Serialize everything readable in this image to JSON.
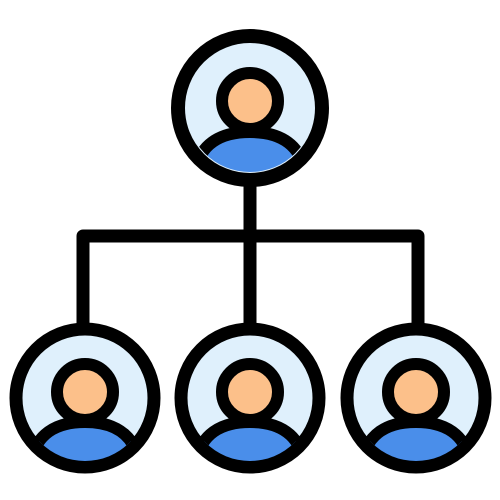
{
  "icon": {
    "name": "organization-hierarchy-icon",
    "colors": {
      "outline": "#000000",
      "avatar_background": "#dff0fc",
      "face": "#fcc08a",
      "body": "#4a8eea",
      "page_background": "#ffffff"
    },
    "nodes": [
      {
        "name": "top-manager-avatar-icon",
        "level": "top"
      },
      {
        "name": "left-team-member-avatar-icon",
        "level": "bottom"
      },
      {
        "name": "middle-team-member-avatar-icon",
        "level": "bottom"
      },
      {
        "name": "right-team-member-avatar-icon",
        "level": "bottom"
      }
    ]
  }
}
